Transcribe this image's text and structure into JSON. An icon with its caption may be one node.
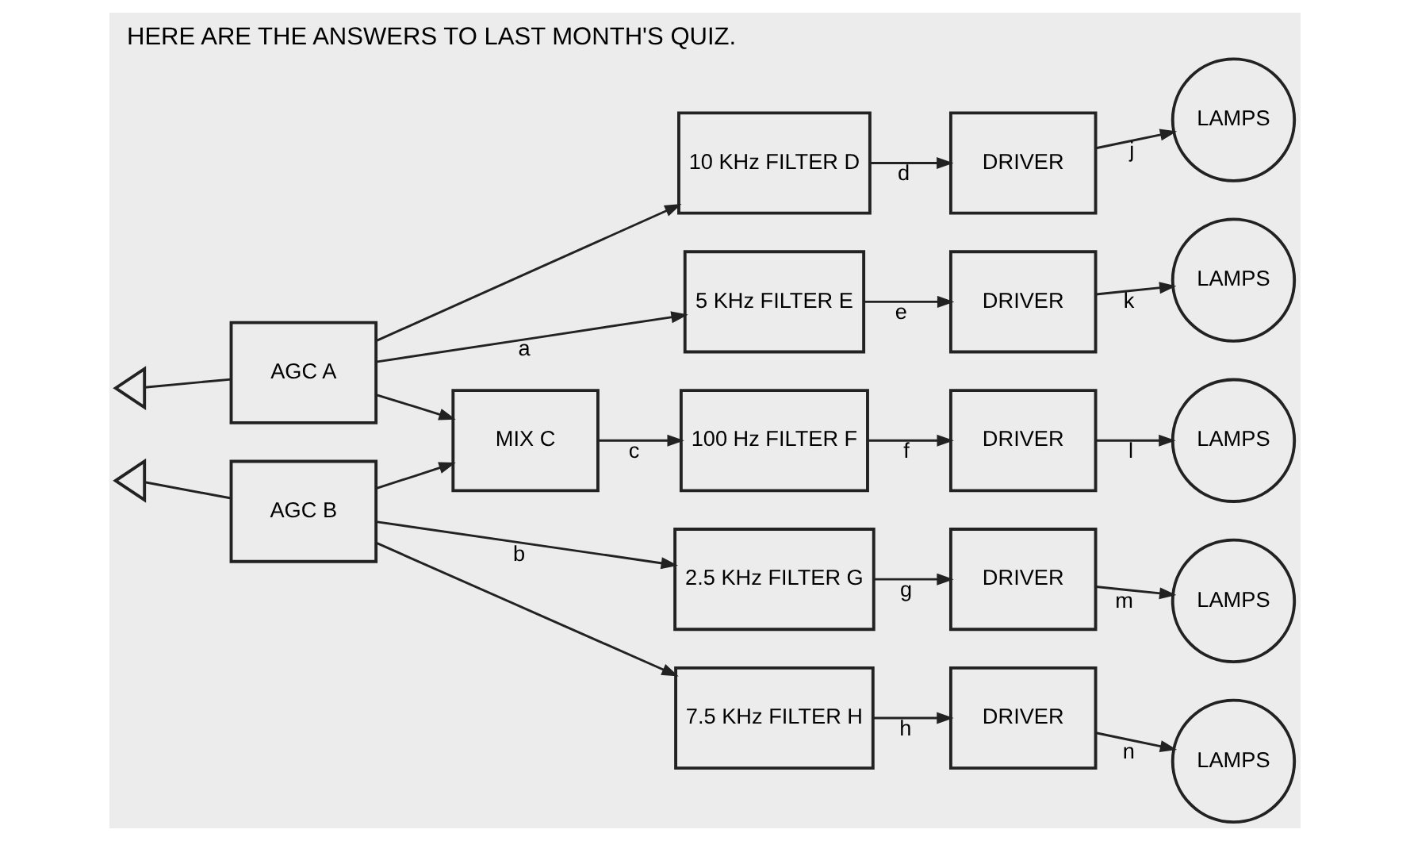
{
  "diagram": {
    "title": "HERE ARE THE ANSWERS TO LAST MONTH'S QUIZ.",
    "nodes": [
      {
        "text": [
          "AGC A"
        ]
      },
      {
        "text": [
          "AGC B"
        ]
      },
      {
        "text": [
          "MIX C"
        ]
      },
      {
        "text": [
          "10 KHz FILTER D"
        ]
      },
      {
        "text": [
          "5 KHz FILTER E"
        ]
      },
      {
        "text": [
          "100 Hz FILTER F"
        ]
      },
      {
        "text": [
          "2.5 KHz FILTER G"
        ]
      },
      {
        "text": [
          "7.5 KHz FILTER H"
        ]
      },
      {
        "text": [
          "DRIVER"
        ]
      },
      {
        "text": [
          "DRIVER"
        ]
      },
      {
        "text": [
          "DRIVER"
        ]
      },
      {
        "text": [
          "DRIVER"
        ]
      },
      {
        "text": [
          "DRIVER"
        ]
      },
      {
        "text": [
          "LAMPS"
        ]
      },
      {
        "text": [
          "LAMPS"
        ]
      },
      {
        "text": [
          "LAMPS"
        ]
      },
      {
        "text": [
          "LAMPS"
        ]
      },
      {
        "text": [
          "LAMPS"
        ]
      },
      {
        "text": [],
        "shape": "chevron"
      },
      {
        "text": [],
        "shape": "chevron"
      }
    ],
    "edges": [
      {
        "from": 18,
        "to": 0,
        "arrow": "none"
      },
      {
        "from": 19,
        "to": 1,
        "arrow": "none"
      },
      {
        "from": 0,
        "to": 3,
        "arrow": "to"
      },
      {
        "from": 0,
        "to": 4,
        "arrow": "to",
        "label": "a"
      },
      {
        "from": 0,
        "to": 2,
        "arrow": "to"
      },
      {
        "from": 1,
        "to": 2,
        "arrow": "to"
      },
      {
        "from": 1,
        "to": 6,
        "arrow": "to",
        "label": "b"
      },
      {
        "from": 1,
        "to": 7,
        "arrow": "to"
      },
      {
        "from": 2,
        "to": 5,
        "arrow": "to",
        "label": "c"
      },
      {
        "from": 3,
        "to": 8,
        "arrow": "to",
        "label": "d"
      },
      {
        "from": 4,
        "to": 9,
        "arrow": "to",
        "label": "e"
      },
      {
        "from": 5,
        "to": 10,
        "arrow": "to",
        "label": "f"
      },
      {
        "from": 6,
        "to": 11,
        "arrow": "to",
        "label": "g"
      },
      {
        "from": 7,
        "to": 12,
        "arrow": "to",
        "label": "h"
      },
      {
        "from": 8,
        "to": 13,
        "arrow": "to",
        "label": "j"
      },
      {
        "from": 9,
        "to": 14,
        "arrow": "to",
        "label": "k"
      },
      {
        "from": 10,
        "to": 15,
        "arrow": "to",
        "label": "l"
      },
      {
        "from": 11,
        "to": 16,
        "arrow": "to",
        "label": "m"
      },
      {
        "from": 12,
        "to": 17,
        "arrow": "to",
        "label": "n"
      }
    ]
  }
}
